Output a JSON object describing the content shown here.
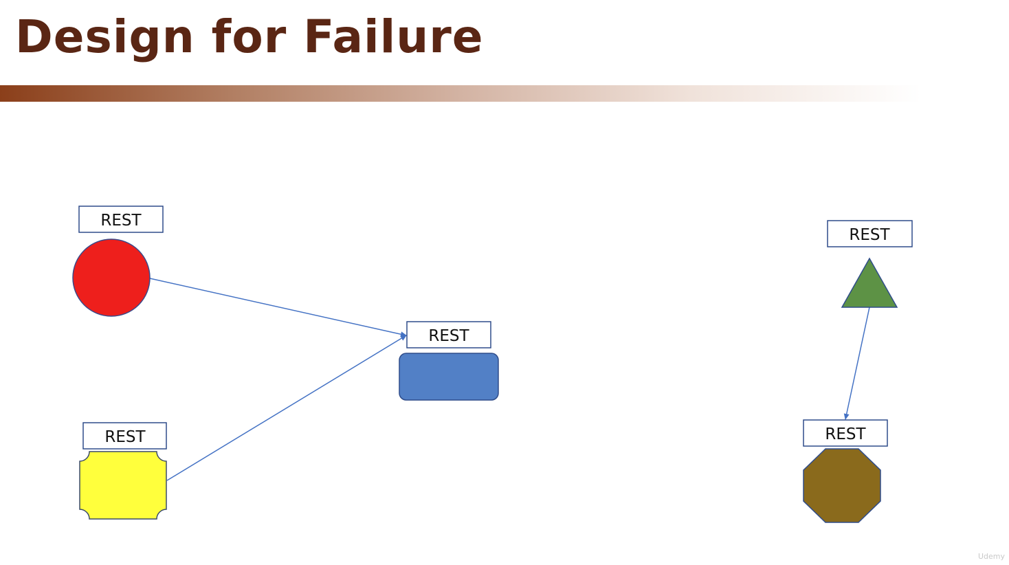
{
  "slide": {
    "title": "Design for Failure"
  },
  "diagram": {
    "nodes": [
      {
        "id": "red-circle",
        "label": "REST",
        "color": "#ee1f1c"
      },
      {
        "id": "yellow-plaque",
        "label": "REST",
        "color": "#ffff3c"
      },
      {
        "id": "blue-rect",
        "label": "REST",
        "color": "#5280c6"
      },
      {
        "id": "green-triangle",
        "label": "REST",
        "color": "#5d9245"
      },
      {
        "id": "brown-octagon",
        "label": "REST",
        "color": "#8a6a1c"
      }
    ],
    "edges": [
      {
        "from": "red-circle",
        "to": "blue-rect"
      },
      {
        "from": "yellow-plaque",
        "to": "blue-rect"
      },
      {
        "from": "green-triangle",
        "to": "brown-octagon"
      }
    ],
    "line_color": "#4472c4"
  },
  "watermark": "Udemy"
}
